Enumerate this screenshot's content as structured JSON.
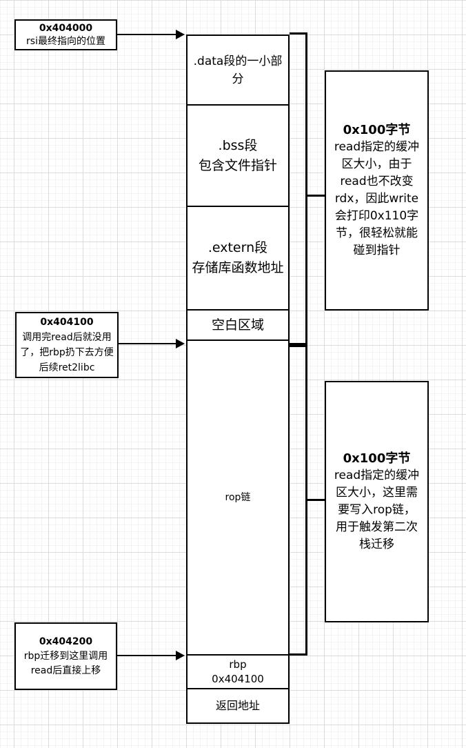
{
  "colors": {
    "stroke": "#000000",
    "fill": "#ffffff",
    "grid_minor": "#f3f3f3",
    "grid_major": "#dcdcdc"
  },
  "left_notes": [
    {
      "title": "0x404000",
      "body": [
        "rsi最终指向的位置"
      ]
    },
    {
      "title": "0x404100",
      "body": [
        "调用完read后就没用",
        "了，把rbp扔下去方便",
        "后续ret2libc"
      ]
    },
    {
      "title": "0x404200",
      "body": [
        "rbp迁移到这里调用",
        "read后直接上移"
      ]
    }
  ],
  "memory_column": {
    "segments": [
      {
        "label": [
          ".data段的一小部",
          "分"
        ]
      },
      {
        "label": [
          ".bss段",
          "包含文件指针"
        ]
      },
      {
        "label": [
          ".extern段",
          "存储库函数地址"
        ]
      },
      {
        "label": [
          "空白区域"
        ]
      },
      {
        "label": [
          "rop链"
        ]
      },
      {
        "label": [
          "rbp",
          "0x404100"
        ]
      },
      {
        "label": [
          "返回地址"
        ]
      }
    ]
  },
  "right_notes": [
    {
      "title": "0x100字节",
      "body": [
        "read指定的缓冲",
        "区大小，由于",
        "read也不改变",
        "rdx，因此write",
        "会打印0x110字",
        "节，很轻松就能",
        "碰到指针"
      ]
    },
    {
      "title": "0x100字节",
      "body": [
        "read指定的缓冲",
        "区大小，这里需",
        "要写入rop链，",
        "用于触发第二次",
        "栈迁移"
      ]
    }
  ]
}
